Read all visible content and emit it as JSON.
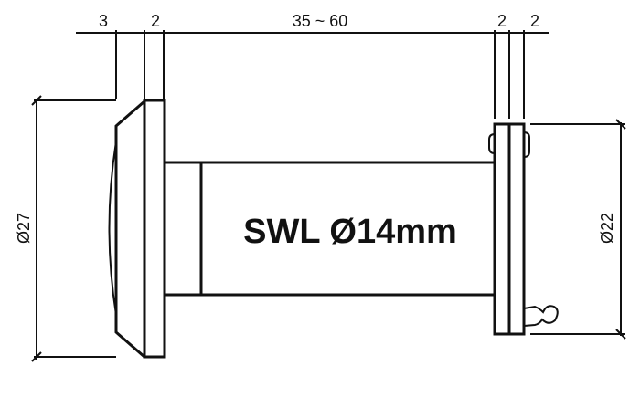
{
  "dimensions": {
    "lens_depth": "3",
    "outer_flange_thickness": "2",
    "door_thickness_range": "35 ~ 60",
    "inner_flange_thickness_1": "2",
    "inner_flange_thickness_2": "2",
    "outer_diameter": "Ø27",
    "inner_diameter": "Ø22"
  },
  "product_label": "SWL Ø14mm"
}
